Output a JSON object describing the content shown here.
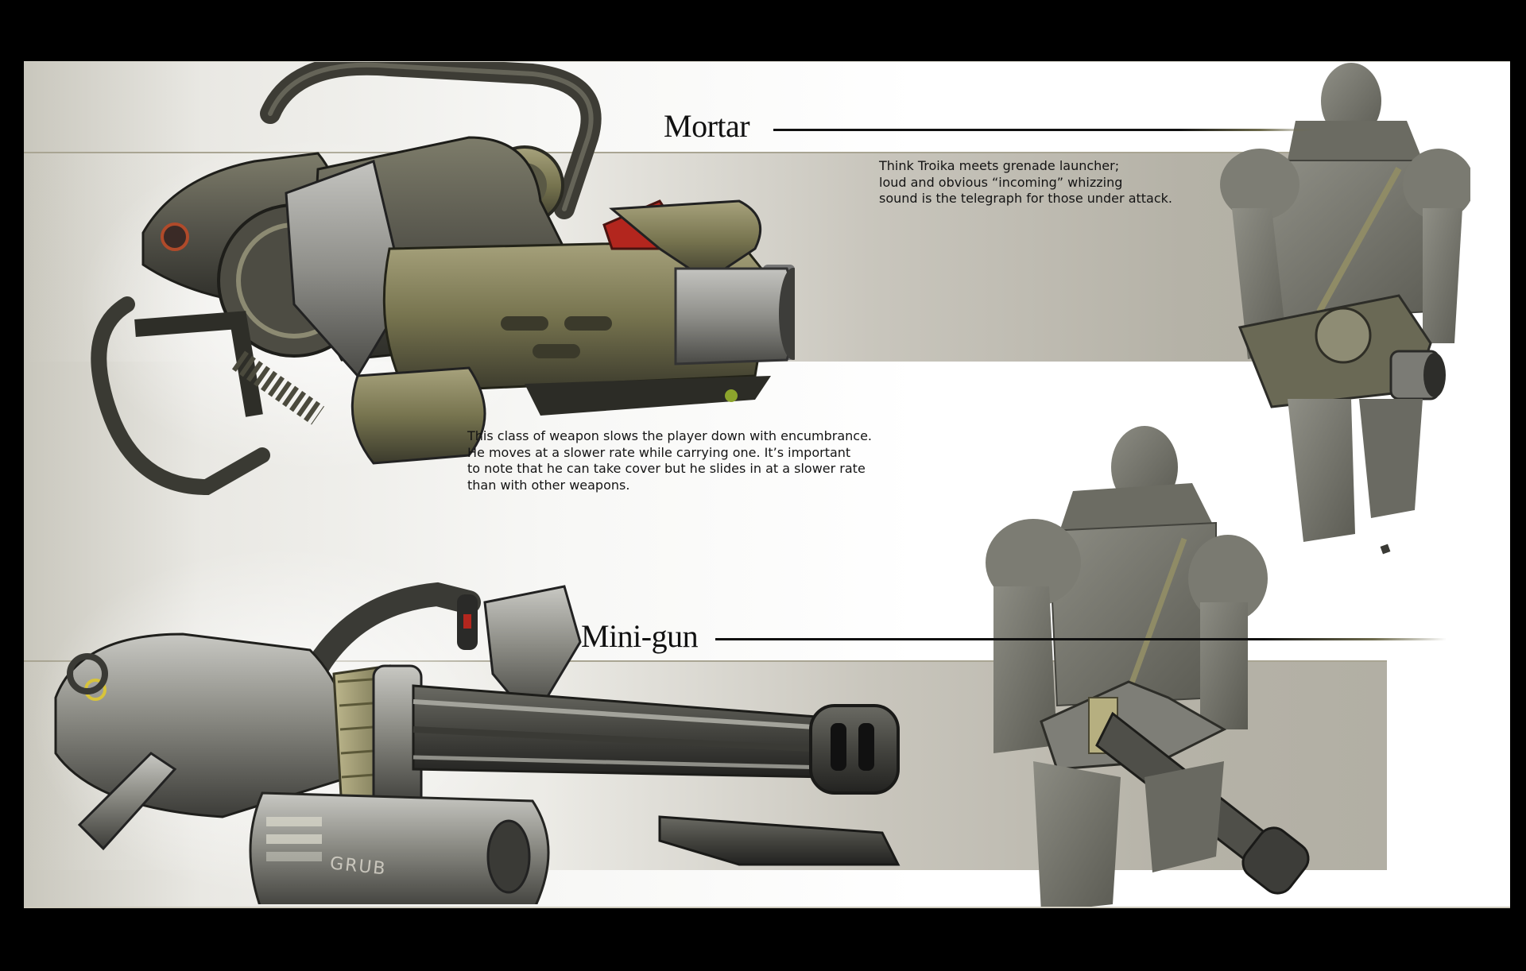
{
  "sheet": {
    "frame_color": "#000000",
    "panel_color": "#ffffff",
    "band_color": "#b2afa4"
  },
  "mortar": {
    "title": "Mortar",
    "description": [
      "Think Troika meets grenade launcher;",
      "loud and obvious “incoming” whizzing",
      "sound is the telegraph for those under attack."
    ],
    "art_label": "mortar-weapon-render",
    "accent_color": "#b3261e"
  },
  "encumbrance_note": {
    "lines": [
      "This class of weapon slows the player down with encumbrance.",
      "He moves at a slower rate while carrying one. It’s important",
      "to note that he can take cover but he slides in at a slower rate",
      "than with other weapons."
    ]
  },
  "minigun": {
    "title": "Mini-gun",
    "art_label": "minigun-weapon-render",
    "canister_graffiti": "GRUB",
    "accent_color": "#d8c43a"
  },
  "characters": [
    {
      "label": "soldier-holding-mortar"
    },
    {
      "label": "soldier-holding-minigun"
    }
  ]
}
